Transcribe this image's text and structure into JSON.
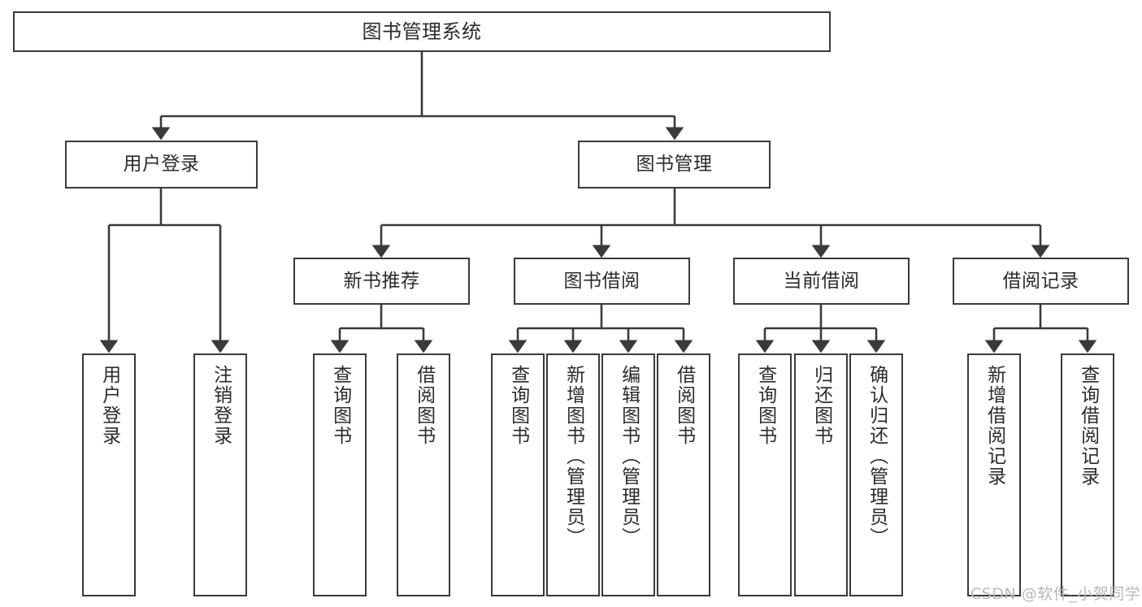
{
  "diagram": {
    "title": "图书管理系统",
    "type": "tree-hierarchy",
    "root": {
      "label": "图书管理系统"
    },
    "level2": [
      {
        "id": "user-login",
        "label": "用户登录"
      },
      {
        "id": "book-management",
        "label": "图书管理"
      }
    ],
    "level3": [
      {
        "id": "new-book-recommend",
        "label": "新书推荐",
        "parent": "book-management"
      },
      {
        "id": "book-borrow",
        "label": "图书借阅",
        "parent": "book-management"
      },
      {
        "id": "current-borrow",
        "label": "当前借阅",
        "parent": "book-management"
      },
      {
        "id": "borrow-record",
        "label": "借阅记录",
        "parent": "book-management"
      }
    ],
    "leaves": [
      {
        "id": "leaf-user-login",
        "label": "用户登录",
        "parent": "user-login"
      },
      {
        "id": "leaf-logout-login",
        "label": "注销登录",
        "parent": "user-login"
      },
      {
        "id": "leaf-query-book-1",
        "label": "查询图书",
        "parent": "new-book-recommend"
      },
      {
        "id": "leaf-borrow-book-1",
        "label": "借阅图书",
        "parent": "new-book-recommend"
      },
      {
        "id": "leaf-query-book-2",
        "label": "查询图书",
        "parent": "book-borrow"
      },
      {
        "id": "leaf-add-book",
        "label": "新增图书（管理员）",
        "parent": "book-borrow"
      },
      {
        "id": "leaf-edit-book",
        "label": "编辑图书（管理员）",
        "parent": "book-borrow"
      },
      {
        "id": "leaf-borrow-book-2",
        "label": "借阅图书",
        "parent": "book-borrow"
      },
      {
        "id": "leaf-query-book-3",
        "label": "查询图书",
        "parent": "current-borrow"
      },
      {
        "id": "leaf-return-book",
        "label": "归还图书",
        "parent": "current-borrow"
      },
      {
        "id": "leaf-confirm-return",
        "label": "确认归还（管理员）",
        "parent": "current-borrow"
      },
      {
        "id": "leaf-add-record",
        "label": "新增借阅记录",
        "parent": "borrow-record"
      },
      {
        "id": "leaf-query-record",
        "label": "查询借阅记录",
        "parent": "borrow-record"
      }
    ],
    "watermark": "CSDN @软件_小贺同学",
    "colors": {
      "border": "#3a3a3a",
      "text": "#2b2b2b",
      "background": "#ffffff",
      "watermark": "#b9b9b9"
    }
  }
}
